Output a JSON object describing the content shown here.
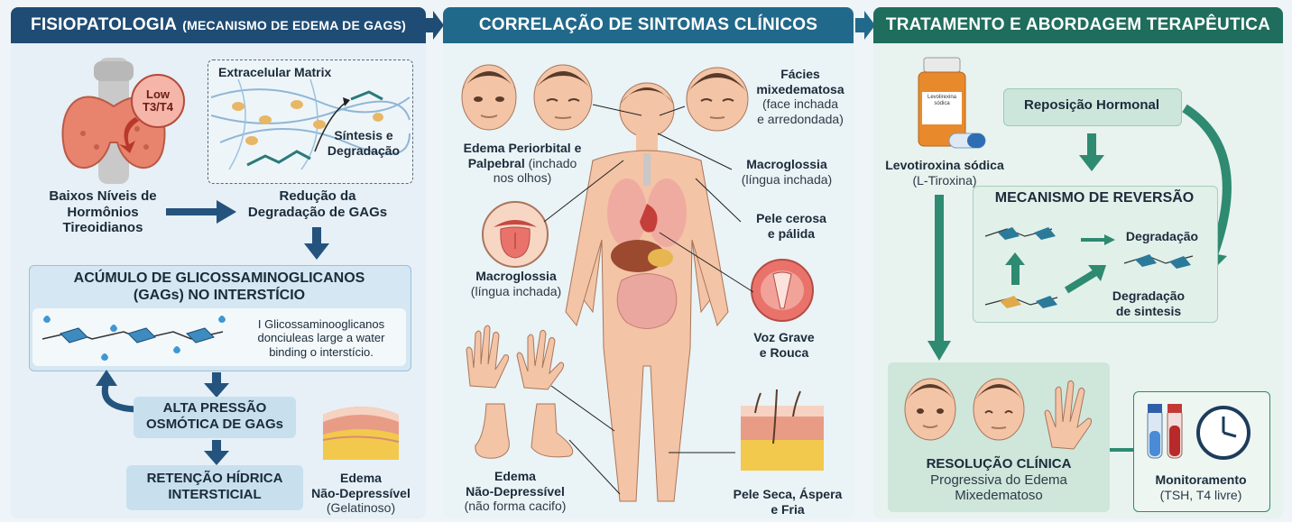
{
  "colors": {
    "panel1_header": "#1f4c74",
    "panel2_header": "#21698a",
    "panel3_header": "#1f6d5c",
    "arrow_blue": "#24537e",
    "arrow_green": "#2e8a70"
  },
  "panel1": {
    "title": "FISIOPATOLOGIA",
    "title_sub": "(MECANISMO DE EDEMA DE GAGS)",
    "low_badge": [
      "Low",
      "T3/T4"
    ],
    "ecm_title": "Extracelular Matrix",
    "ecm_label": [
      "Síntesis e",
      "Degradação"
    ],
    "low_levels": [
      "Baixos Níveis de",
      "Hormônios",
      "Tireoidianos"
    ],
    "reduction": [
      "Redução da",
      "Degradação de GAGs"
    ],
    "accum_title": [
      "ACÚMULO DE GLICOSSAMINOGLICANOS",
      "(GAGs) NO INTERSTÍCIO"
    ],
    "accum_desc": [
      "I Glicossaminooglicanos",
      "donciuleas large a water",
      "binding o interstício."
    ],
    "pressure": [
      "ALTA PRESSÃO",
      "OSMÓTICA DE GAGs"
    ],
    "retention": [
      "RETENÇÃO HÍDRICA",
      "INTERSTICIAL"
    ],
    "edema": [
      "Edema",
      "Não-Depressível"
    ],
    "edema_sub": "(Gelatinoso)"
  },
  "panel2": {
    "title": "CORRELAÇÃO DE SINTOMAS CLÍNICOS",
    "periorbital": "Edema Periorbital e",
    "periorbital2": "Palpebral",
    "periorbital3": "(inchado",
    "periorbital4": "nos olhos)",
    "facies": [
      "Fácies",
      "mixedematosa"
    ],
    "facies_sub": [
      "(face inchada",
      "e arredondada)"
    ],
    "macroglossia_r": "Macroglossia",
    "macroglossia_r_sub": "(língua inchada)",
    "skin_waxy": [
      "Pele cerosa",
      "e pálida"
    ],
    "macroglossia_l": "Macroglossia",
    "macroglossia_l_sub": "(língua inchada)",
    "voice": [
      "Voz Grave",
      "e Rouca"
    ],
    "edema_nd": [
      "Edema",
      "Não-Depressível"
    ],
    "edema_nd_sub": "(não forma cacifo)",
    "skin_dry": [
      "Pele Seca, Áspera",
      "e Fria"
    ]
  },
  "panel3": {
    "title": "TRATAMENTO E ABORDAGEM TERAPÊUTICA",
    "bottle_label": [
      "Levolirexina",
      "sódica"
    ],
    "drug": "Levotiroxina sódica",
    "drug_sub": "(L-Tiroxina)",
    "hormone_rep": "Reposição Hormonal",
    "mechanism": "MECANISMO DE REVERSÃO",
    "degradation": "Degradação",
    "degradation2": [
      "Degradação",
      "de sintesis"
    ],
    "resolution": "RESOLUÇÃO CLÍNICA",
    "resolution_sub": [
      "Progressiva do Edema",
      "Mixedematoso"
    ],
    "monitoring": "Monitoramento",
    "monitoring_sub": "(TSH, T4 livre)"
  }
}
